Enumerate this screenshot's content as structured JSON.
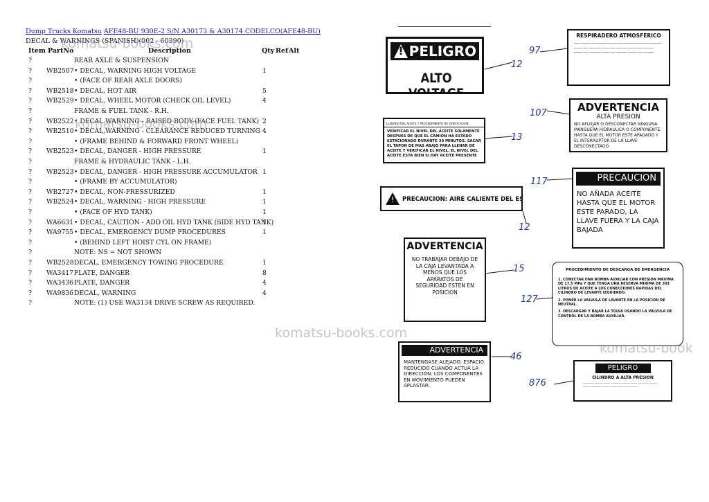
{
  "breadcrumb": {
    "link1": "Dump Trucks Komatsu",
    "link2": "AFE48-BU 930E-2 S/N A30173 & A30174 CODELCO(AFE48-BU)"
  },
  "subtitle": "DECAL & WARNINGS (SPANISH)(002 - 60390)",
  "headers": {
    "item": "Item",
    "partno": "PartNo",
    "description": "Description",
    "qty": "Qty",
    "ref": "Ref",
    "alt": "Alt"
  },
  "rows": [
    {
      "item": "?",
      "part": "",
      "desc": "REAR AXLE & SUSPENSION",
      "qty": ""
    },
    {
      "item": "?",
      "part": "WB2507",
      "desc": "• DECAL, WARNING HIGH VOLTAGE",
      "qty": "1"
    },
    {
      "item": "?",
      "part": "",
      "desc": "• (FACE OF REAR AXLE DOORS)",
      "qty": ""
    },
    {
      "item": "?",
      "part": "WB2518",
      "desc": "• DECAL, HOT AIR",
      "qty": "5"
    },
    {
      "item": "?",
      "part": "WB2529",
      "desc": "• DECAL, WHEEL MOTOR (CHECK OIL LEVEL)",
      "qty": "4"
    },
    {
      "item": "?",
      "part": "",
      "desc": "FRAME & FUEL TANK - R.H.",
      "qty": ""
    },
    {
      "item": "?",
      "part": "WB2522",
      "desc": "• DECAL,WARNING - RAISED BODY-(FACE FUEL TANK)",
      "qty": "2"
    },
    {
      "item": "?",
      "part": "WB2510",
      "desc": "• DECAL,WARNING - CLEARANCE REDUCED TURNING",
      "qty": "4"
    },
    {
      "item": "?",
      "part": "",
      "desc": "• (FRAME BEHIND & FORWARD FRONT WHEEL)",
      "qty": ""
    },
    {
      "item": "?",
      "part": "WB2523",
      "desc": "• DECAL, DANGER - HIGH PRESSURE",
      "qty": "1"
    },
    {
      "item": "?",
      "part": "",
      "desc": "FRAME & HYDRAULIC TANK - L.H.",
      "qty": ""
    },
    {
      "item": "?",
      "part": "WB2523",
      "desc": "• DECAL, DANGER - HIGH PRESSURE ACCUMULATOR",
      "qty": "1"
    },
    {
      "item": "?",
      "part": "",
      "desc": "• (FRAME BY ACCUMULATOR)",
      "qty": ""
    },
    {
      "item": "?",
      "part": "WB2727",
      "desc": "• DECAL, NON-PRESSURIZED",
      "qty": "1"
    },
    {
      "item": "?",
      "part": "WB2524",
      "desc": "• DECAL, WARNING - HIGH PRESSURE",
      "qty": "1"
    },
    {
      "item": "?",
      "part": "",
      "desc": "• (FACE OF HYD TANK)",
      "qty": "1"
    },
    {
      "item": "?",
      "part": "WA6631",
      "desc": "• DECAL, CAUTION - ADD OIL HYD TANK (SIDE HYD TANK)",
      "qty": "1"
    },
    {
      "item": "?",
      "part": "WA9755",
      "desc": "• DECAL, EMERGENCY DUMP PROCEDURES",
      "qty": "1"
    },
    {
      "item": "?",
      "part": "",
      "desc": "• (BEHIND LEFT HOIST CYL ON FRAME)",
      "qty": ""
    },
    {
      "item": "?",
      "part": "",
      "desc": "NOTE: NS = NOT SHOWN",
      "qty": ""
    },
    {
      "item": "?",
      "part": "WB2528",
      "desc": "DECAL, EMERGENCY TOWING PROCEDURE",
      "qty": "1"
    },
    {
      "item": "?",
      "part": "WA3417",
      "desc": "PLATE, DANGER",
      "qty": "8"
    },
    {
      "item": "?",
      "part": "WA3436",
      "desc": "PLATE, DANGER",
      "qty": "4"
    },
    {
      "item": "?",
      "part": "WA9836",
      "desc": "DECAL, WARNING",
      "qty": "4"
    },
    {
      "item": "?",
      "part": "",
      "desc": "NOTE: (1) USE WA3134 DRIVE SCREW AS REQUIRED.",
      "qty": ""
    }
  ],
  "watermark": "komatsu-books.com",
  "watermark_partial": "komatsu-book",
  "decals": {
    "peligro_title": "PELIGRO",
    "alto_voltage": "ALTO VOLTAGE",
    "respiradero": "RESPIRADERO ATMOSFERICO",
    "advertencia": "ADVERTENCIA",
    "alta_presion": "ALTA PRESION",
    "adv1_text": "NO AFLOJAR O DESCONECTAR NINGUNA MANGUERA HIDRAULICA O COMPONENTE HASTA QUE EL MOTOR ESTE APAGADO Y EL INTERRUPTOR DE LA LLAVE DESCONECTADO.",
    "aceite_head": "LLENADO DEL ACEITE Y PROCEDIMIENTO DE VERIFICACION",
    "aceite_text": "VERIFICAR EL NIVEL DEL ACEITE SOLAMENTE DESPUES DE QUE EL CAMION HA ESTADO ESTACIONADO DURANTE 30 MINUTOS. SACAR EL TAPON DE MAS ABAJO PARA LLENAR DE ACEITE Y VERIFICAR EL NIVEL. EL NIVEL DEL ACEITE ESTA BIEN SI HAY ACEITE PRESENTE",
    "precaucion": "PRECAUCION",
    "precaucion_text": "NO AÑADA ACEITE HASTA QUE EL MOTOR ESTE PARADO, LA LLAVE FUERA Y LA CAJA BAJADA",
    "precaucion_escape": "PRECAUCION: AIRE CALIENTE DEL ESCAPE",
    "adv2_text": "NO TRABAJAR DEBAJO DE LA CAJA LEVANTADA A MENOS QUE LOS APARATOS DE SEGURIDAD ESTEN EN POSICION",
    "descarga_title": "PROCEDIMIENTO DE DESCARGA DE EMERGENCIA",
    "descarga_1": "1. CONECTAR UNA BOMBA AUXILIAR CON PRESION MAXIMA DE 17,5 MPa Y QUE TENGA UNA RESERVA MINIMA DE 303 LITROS DE ACEITE A LOS CONECCIONES RAPIDAS DEL CILINDRO DE LEVANTE IZQUIERDO.",
    "descarga_2": "2. PONER LA VALVULA DE LAVANTE EN LA POSICION DE NEUTRAL.",
    "descarga_3": "3. DESCARGAR Y BAJAR LA TOLVA USANDO LA VALVULA DE CONTROL DE LA BOMBA AUXILIAR.",
    "adv3_text": "MANTENGASE ALEJADO. ESPACIO REDUCIDO CUANDO ACTUA LA DIRECCION. LOS COMPONENTES EN MOVIMIENTO PUEDEN APLASTAR.",
    "cilindro": "CILINDRO A ALTA PRESION"
  },
  "callouts": [
    "97",
    "12",
    "107",
    "13",
    "117",
    "12",
    "15",
    "127",
    "46",
    "876"
  ]
}
